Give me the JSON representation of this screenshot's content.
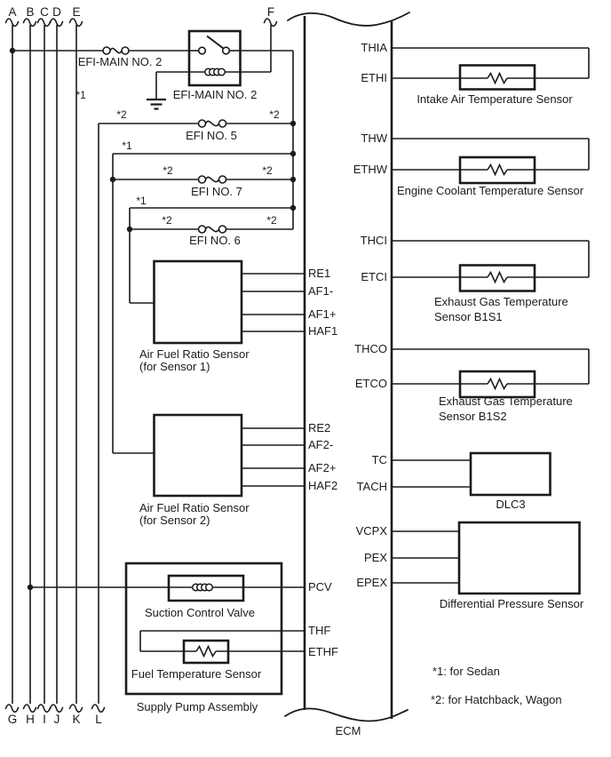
{
  "connectors": {
    "top": [
      "A",
      "B",
      "C",
      "D",
      "E",
      "F"
    ],
    "bottom": [
      "G",
      "H",
      "I",
      "J",
      "K",
      "L"
    ]
  },
  "markers": {
    "sedan": "*1",
    "hatchback": "*2"
  },
  "fuses": {
    "main": "EFI-MAIN NO. 2",
    "no5": "EFI NO. 5",
    "no7": "EFI NO. 7",
    "no6": "EFI NO. 6"
  },
  "relay": {
    "label": "EFI-MAIN NO. 2"
  },
  "ecm": {
    "label": "ECM",
    "left_pins": [
      "RE1",
      "AF1-",
      "AF1+",
      "HAF1",
      "RE2",
      "AF2-",
      "AF2+",
      "HAF2",
      "PCV",
      "THF",
      "ETHF"
    ],
    "right_pins": [
      "THIA",
      "ETHI",
      "THW",
      "ETHW",
      "THCI",
      "ETCI",
      "THCO",
      "ETCO",
      "TC",
      "TACH",
      "VCPX",
      "PEX",
      "EPEX"
    ]
  },
  "components": {
    "afr1": {
      "line1": "Air Fuel Ratio Sensor",
      "line2": "(for Sensor 1)"
    },
    "afr2": {
      "line1": "Air Fuel Ratio Sensor",
      "line2": "(for Sensor 2)"
    },
    "scv": "Suction Control Valve",
    "fts": "Fuel Temperature Sensor",
    "supply_pump": "Supply Pump Assembly",
    "iat": "Intake Air Temperature Sensor",
    "ect": "Engine Coolant Temperature Sensor",
    "egt1": {
      "line1": "Exhaust Gas Temperature",
      "line2": "Sensor B1S1"
    },
    "egt2": {
      "line1": "Exhaust Gas Temperature",
      "line2": "Sensor B1S2"
    },
    "dlc3": "DLC3",
    "dps": "Differential Pressure Sensor"
  },
  "notes": [
    "*1: for Sedan",
    "*2: for Hatchback, Wagon"
  ],
  "colors": {
    "line": "#1b1b1b",
    "background": "#ffffff"
  }
}
